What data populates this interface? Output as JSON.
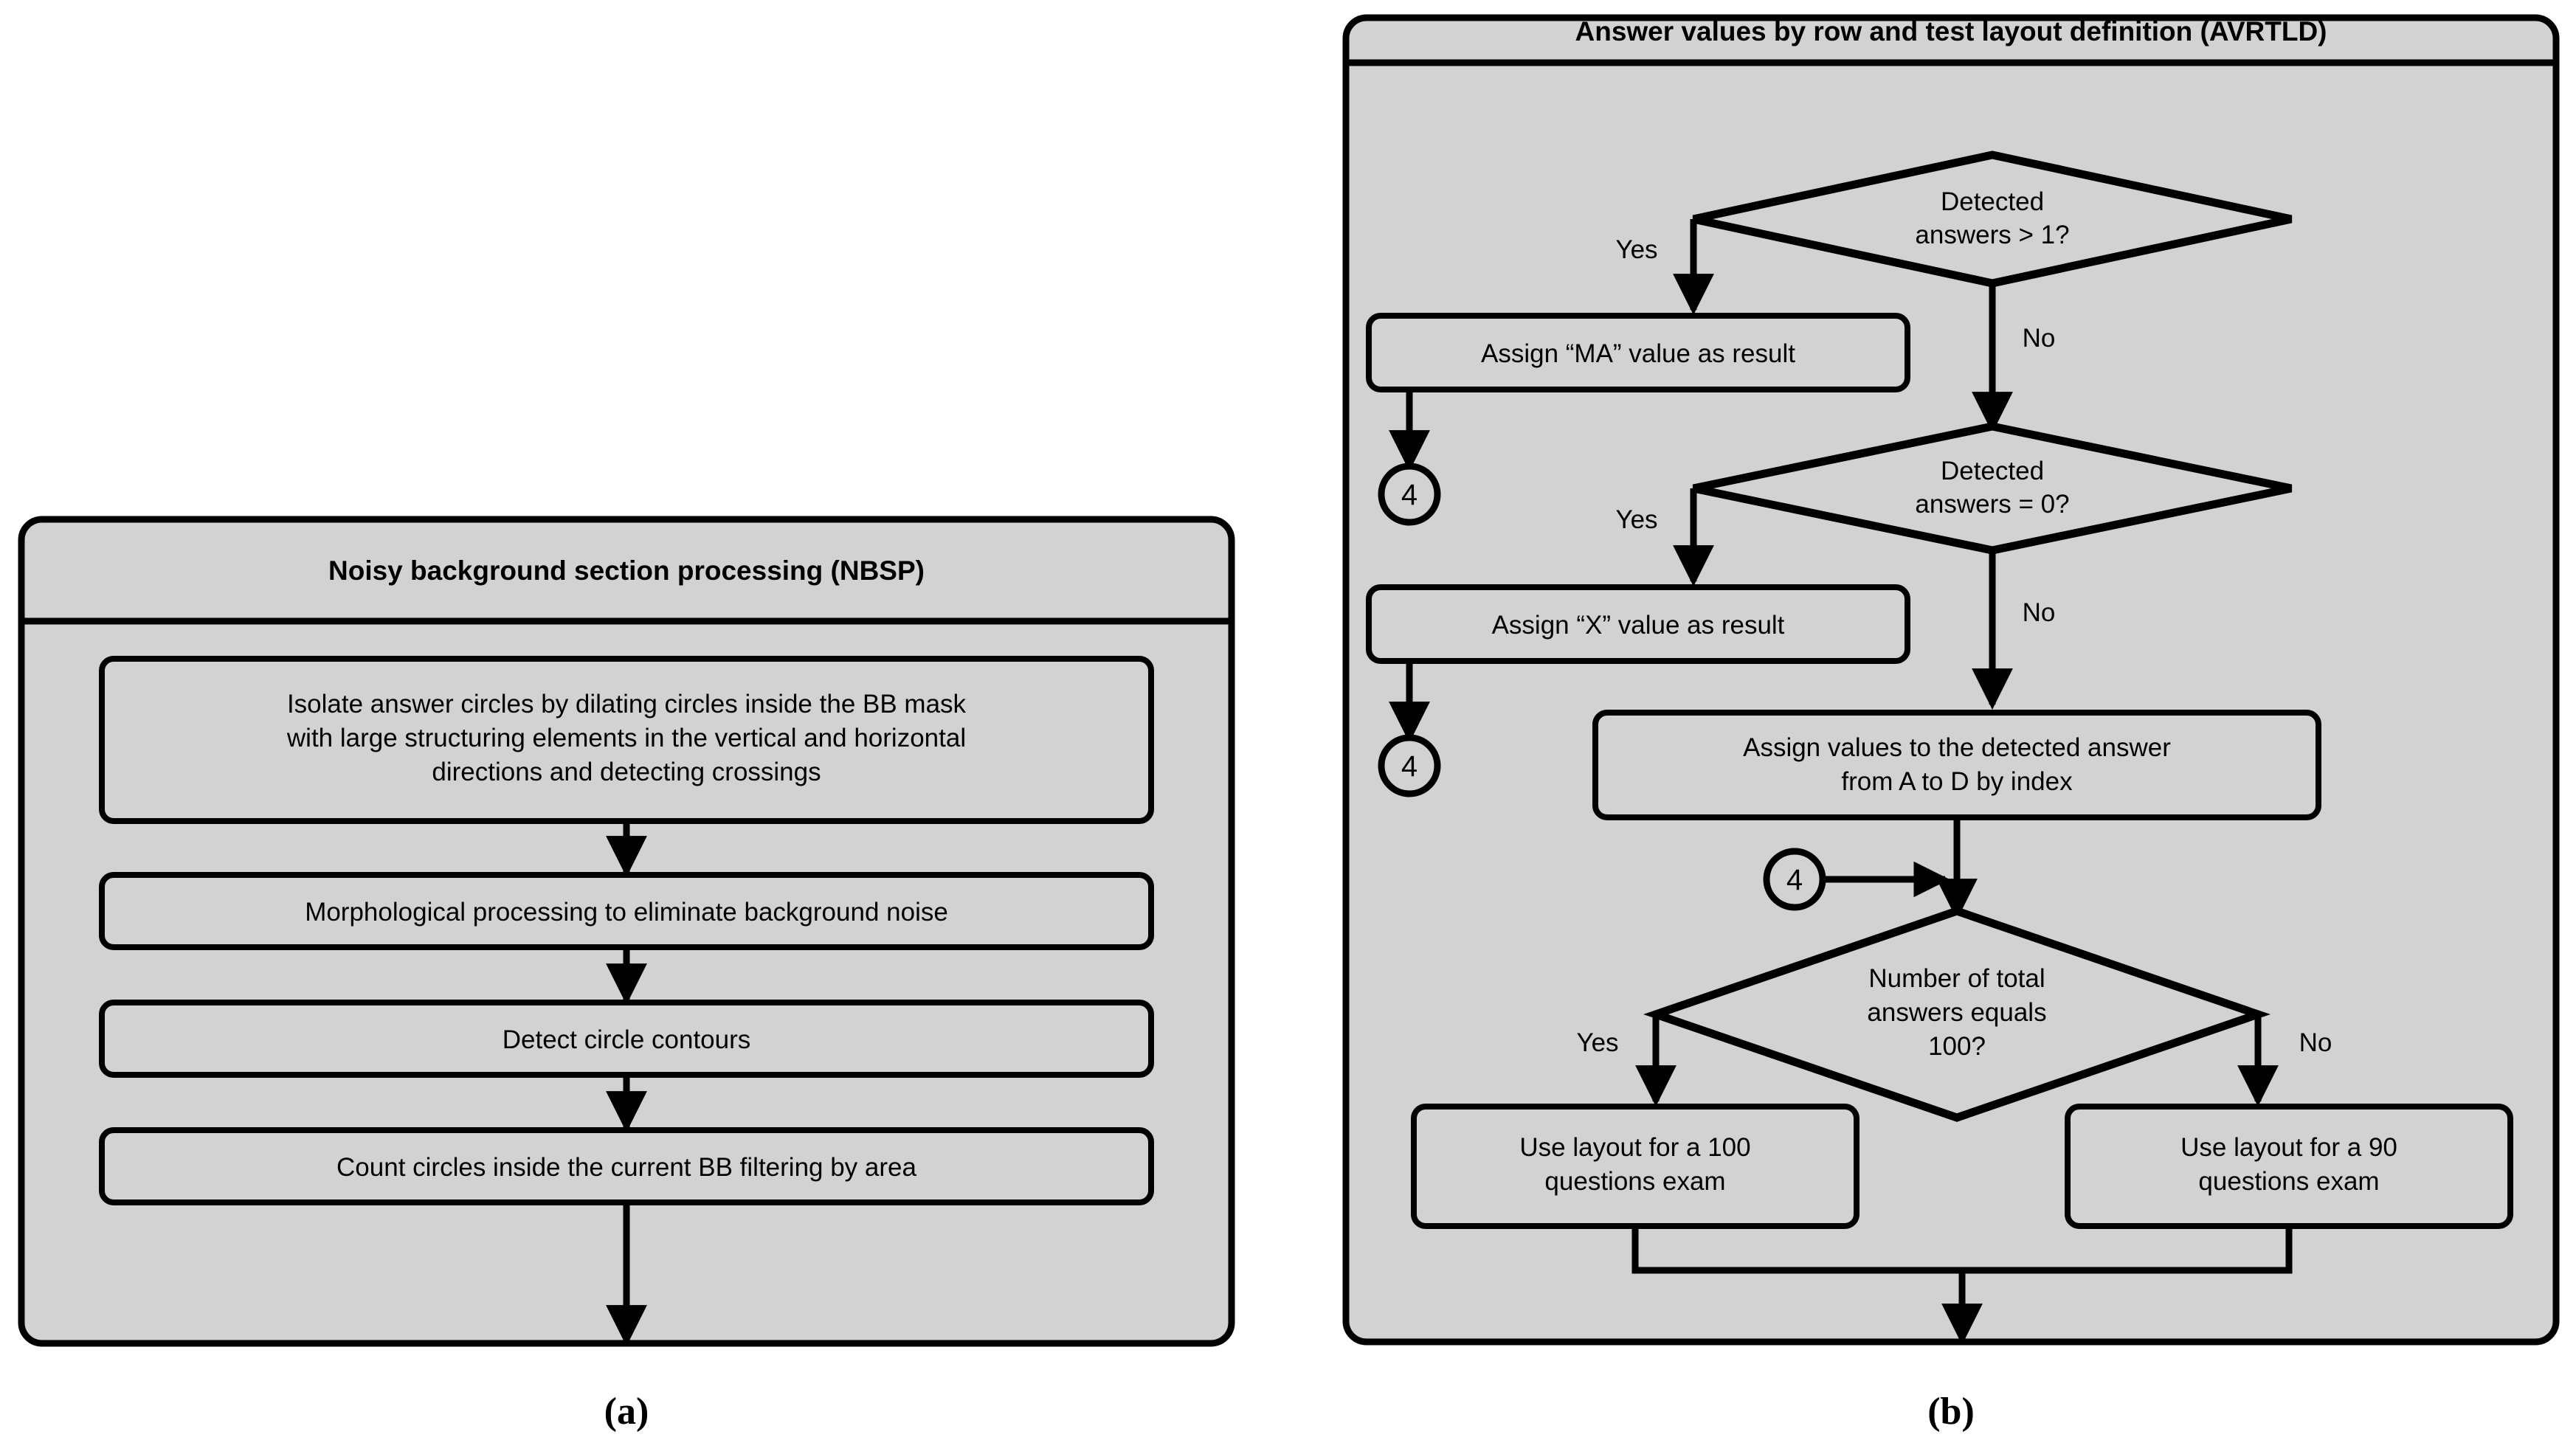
{
  "figure": {
    "background": "#ffffff",
    "panel_fill": "#d2d2d2",
    "stroke": "#000000"
  },
  "panel_a": {
    "caption": "(a)",
    "title": "Noisy background section processing (NBSP)",
    "steps": [
      {
        "id": "a1",
        "lines": [
          "Isolate answer circles by dilating circles inside the BB mask",
          "with large structuring elements in the vertical and horizontal",
          "directions and detecting crossings"
        ]
      },
      {
        "id": "a2",
        "lines": [
          "Morphological processing to eliminate background noise"
        ]
      },
      {
        "id": "a3",
        "lines": [
          "Detect circle contours"
        ]
      },
      {
        "id": "a4",
        "lines": [
          "Count circles inside the current BB filtering by area"
        ]
      }
    ]
  },
  "panel_b": {
    "caption": "(b)",
    "title": "Answer values by row and test layout definition (AVRTLD)",
    "decisions": [
      {
        "id": "d1",
        "lines": [
          "Detected",
          "answers > 1?"
        ],
        "yes_label": "Yes",
        "no_label": "No"
      },
      {
        "id": "d2",
        "lines": [
          "Detected",
          "answers = 0?"
        ],
        "yes_label": "Yes",
        "no_label": "No"
      },
      {
        "id": "d3",
        "lines": [
          "Number of total",
          "answers equals",
          "100?"
        ],
        "yes_label": "Yes",
        "no_label": "No"
      }
    ],
    "processes": [
      {
        "id": "p1",
        "lines": [
          "Assign “MA” value as result"
        ]
      },
      {
        "id": "p2",
        "lines": [
          "Assign “X” value as result"
        ]
      },
      {
        "id": "p3",
        "lines": [
          "Assign values  to the detected answer",
          "from A to D by index"
        ]
      },
      {
        "id": "p4",
        "lines": [
          "Use layout for a 100",
          "questions exam"
        ]
      },
      {
        "id": "p5",
        "lines": [
          "Use layout for a 90",
          "questions exam"
        ]
      }
    ],
    "connectors": [
      {
        "id": "c1",
        "label": "4"
      },
      {
        "id": "c2",
        "label": "4"
      },
      {
        "id": "c3",
        "label": "4"
      }
    ]
  }
}
